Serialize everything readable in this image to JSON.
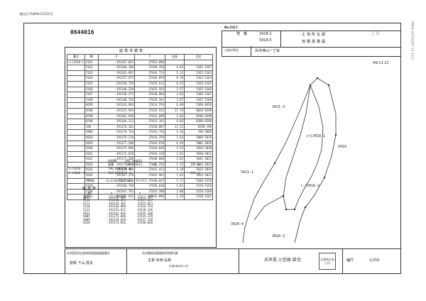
{
  "header": {
    "note_left": "取込日:平成9年11月21日",
    "doc_number": "0644016",
    "top_code": "No.5317",
    "right_side_text": "KMUA 2014/03/07 12:33:11"
  },
  "title_block": {
    "label_chiban": "地　番",
    "chiban_value": "3418-1",
    "chiban_sub": "3418-5",
    "title1": "土地所在図",
    "title2": "地積測量図",
    "location_label": "土地の所在",
    "location_value": "兵市神山一丁目",
    "stamp_text": "記 取",
    "date_note": "H9.11.21"
  },
  "calc_table": {
    "title": "座標求積表",
    "headers": [
      "番号",
      "NO",
      "X",
      "Y",
      "辺長",
      "点名"
    ],
    "rows": [
      [
        "(+)3418-1",
        "5161",
        "-191167.025",
        "37453.896",
        "",
        ""
      ],
      [
        "",
        "5162",
        "-191166.180",
        "37449.358",
        "4.65",
        "5181-5167"
      ],
      [
        "",
        "5163",
        "-191163.691",
        "37444.733",
        "5.11",
        "5162-5163"
      ],
      [
        "",
        "5164",
        "-191157.675",
        "37436.059",
        "8.70",
        "5163-5164"
      ],
      [
        "",
        "5165",
        "-191150.739",
        "37435.611",
        "6.52",
        "5164-5165"
      ],
      [
        "",
        "5166",
        "-191148.230",
        "37432.593",
        "2.57",
        "5165-5166"
      ],
      [
        "",
        "5167",
        "-191150.372",
        "37430.884",
        "3.03",
        "5166-5167"
      ],
      [
        "",
        "5168",
        "-191148.728",
        "37429.561",
        "2.07",
        "5167-5168"
      ],
      [
        "",
        "6656",
        "-191143.904",
        "37424.559",
        "6.89",
        "5168-6656"
      ],
      [
        "",
        "6596",
        "-191157.993",
        "37422.531",
        "17.79",
        "6656-6596"
      ],
      [
        "",
        "6590",
        "-191162.920",
        "37432.696",
        "2.64",
        "6596-6590"
      ],
      [
        "",
        "6590",
        "-191164.212",
        "37431.192",
        "4.02",
        "6588-6590"
      ],
      [
        "",
        "196",
        "-191176.101",
        "37428.007",
        "11.52",
        "6590-196"
      ],
      [
        "",
        "5009",
        "-191179.744",
        "37443.756",
        "3.16",
        "196-5009"
      ],
      [
        "",
        "5028",
        "-191179.218",
        "37443.256",
        "2.64",
        "5009-5028"
      ],
      [
        "",
        "5029",
        "-191177.200",
        "37443.670",
        "6.59",
        "5001-5029"
      ],
      [
        "",
        "5030",
        "-191175.696",
        "37444.036",
        "3.33",
        "5026-5030"
      ],
      [
        "",
        "5031",
        "-191172.650",
        "37444.228",
        "3.01",
        "5030-5031"
      ],
      [
        "",
        "5032",
        "-191171.208",
        "37440.608",
        "2.03",
        "5031-5032"
      ],
      [
        "",
        "5033",
        "-191171.208",
        "37441.256",
        "2.15",
        "5032-5033"
      ],
      [
        "",
        "5034",
        "-191170.936",
        "37441.412",
        "1.28",
        "5033-5034"
      ],
      [
        "",
        "5035",
        "-191167.278",
        "37441.963",
        "1.02",
        "5034-5035"
      ],
      [
        "",
        "5158",
        "-191167.810",
        "37440.645",
        "5.17",
        "5160-5158"
      ],
      [
        "",
        "5159",
        "-191168.768",
        "37450.830",
        "5.81",
        "5159-5159"
      ],
      [
        "",
        "5160",
        "-191167.765",
        "37453.390",
        "2.00",
        "5159-5160"
      ],
      [
        "",
        "5161",
        "-191167.635",
        "37453.896",
        "1.29",
        "5150-5161"
      ]
    ],
    "sum_label": "倍面積",
    "sum_value": "392.340626",
    "area_label": "面積",
    "area_value": "196.170313",
    "area_unit": "㎡",
    "area_right": "196 ㎡",
    "sub_rows": [
      [
        "(+)3418-",
        "1",
        "196.4743135"
      ],
      [
        "(-)3418-",
        "5",
        "224.0256870"
      ]
    ],
    "sub_units": [
      "㎡",
      "㎡"
    ],
    "sub_right": "224 ㎡",
    "formula_label": "*9 式",
    "formula": "A=1/2Σ {X(2-K1) (Y1+Y3)}"
  },
  "coord_table": {
    "title": "座標表",
    "headers": [
      "NO",
      "X",
      "Y"
    ],
    "rows": [
      [
        "5169",
        "-191145.504",
        "37422.997"
      ],
      [
        "5170",
        "-191140.251",
        "37417.437"
      ],
      [
        "5171",
        "-191143.363",
        "37425.853"
      ],
      [
        "5120",
        "-191146.068",
        "37416.554"
      ],
      [
        "5121",
        "-191153.632",
        "37428.336"
      ],
      [
        "5012",
        "-191162.816",
        "37435.160"
      ],
      [
        "5005",
        "-191175.096",
        "37435.229"
      ],
      [
        "5009",
        "-191178.078",
        "37437.220"
      ],
      [
        "5010",
        "-191174.056",
        "37438.668"
      ]
    ]
  },
  "plan": {
    "labels": {
      "a": "3421-3",
      "b": "(+)3418-1",
      "c": "3419",
      "d": "3421-1",
      "e": "(-)3418-2",
      "f": "3420-2",
      "g": "3420-4"
    }
  },
  "footer": {
    "cell1_top": "兵市登記所出張所登録図面製図番号",
    "cell1_bottom": "技師 下山 辰夫",
    "cell2_top": "兵市建設局管理部用地第1課",
    "cell2_mid": "主事 石田 弘和",
    "cell2_date": "平成9年8月11日",
    "cell3": "兵市長 小笠原 臣也",
    "scale_label": "縮尺",
    "scale_value": "1/250",
    "seal_text": "兵庫県市長之印"
  }
}
